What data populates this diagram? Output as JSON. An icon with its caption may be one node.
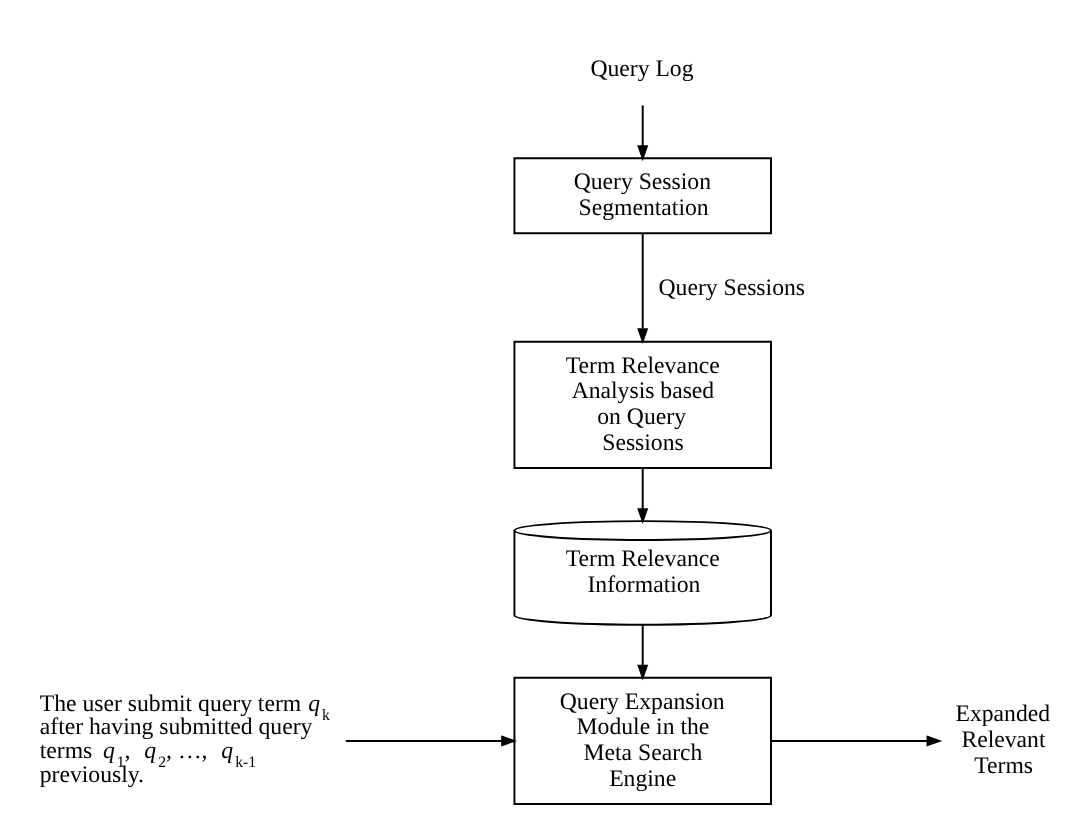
{
  "diagram": {
    "nodes": [
      {
        "text": [
          "Query Log"
        ]
      },
      {
        "text": [
          "Query Session Segmentation"
        ]
      },
      {
        "text": [
          "Term Relevance Analysis based on Query Sessions"
        ]
      },
      {
        "text": [
          "Term Relevance Information"
        ]
      },
      {
        "text": [
          "The user submit query term *q*$_{k}$ after having submitted query terms *q*$_{1}$, *q*$_{2}$, …, *q*$_{k-1}$ previously."
        ]
      },
      {
        "text": [
          "Query Expansion Module in the Meta Search Engine"
        ]
      },
      {
        "text": [
          "Expanded Relevant Terms"
        ]
      }
    ],
    "edges": [
      {
        "from": 0,
        "to": 1,
        "arrow": "to"
      },
      {
        "from": 1,
        "to": 2,
        "arrow": "to",
        "label": "Query Sessions"
      },
      {
        "from": 2,
        "to": 3,
        "arrow": "to"
      },
      {
        "from": 3,
        "to": 5,
        "arrow": "to"
      },
      {
        "from": 4,
        "to": 5,
        "arrow": "to"
      },
      {
        "from": 5,
        "to": 6,
        "arrow": "to"
      }
    ]
  }
}
